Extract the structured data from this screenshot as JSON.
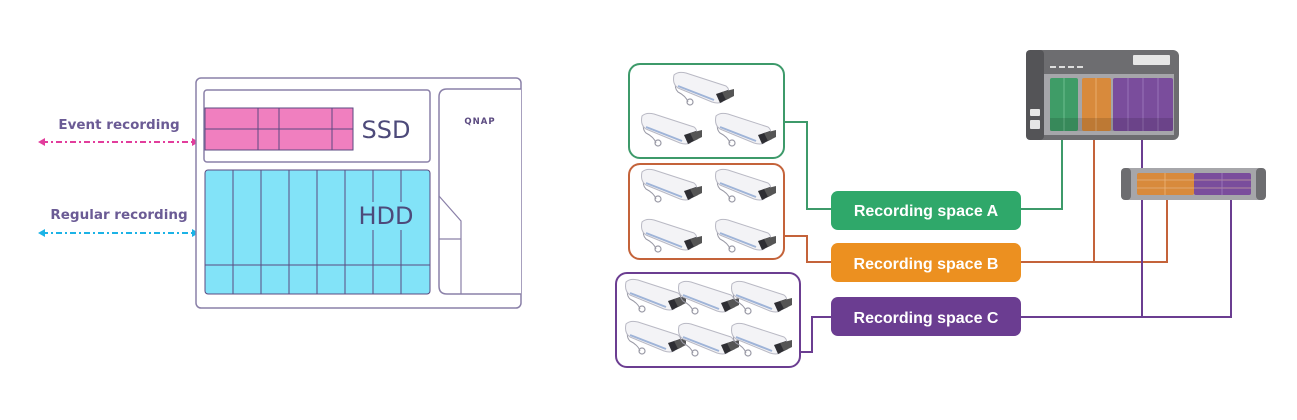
{
  "left_diagram": {
    "event_label": "Event recording",
    "regular_label": "Regular recording",
    "ssd_label": "SSD",
    "hdd_label": "HDD",
    "brand": "QNAP",
    "colors": {
      "ssd": "#f07fbf",
      "hdd": "#82e3f8",
      "outline": "#7a6e9e",
      "event_arrow": "#e23d9c",
      "regular_arrow": "#1cb3e6"
    }
  },
  "right_diagram": {
    "groups": [
      {
        "label": "Recording space A",
        "color": "#2fa86a",
        "border": "#3d9a6a",
        "cameras": 3
      },
      {
        "label": "Recording space B",
        "color": "#ec9020",
        "border": "#c4633a",
        "cameras": 4
      },
      {
        "label": "Recording space C",
        "color": "#6b3d91",
        "border": "#6b3d91",
        "cameras": 6
      }
    ]
  }
}
